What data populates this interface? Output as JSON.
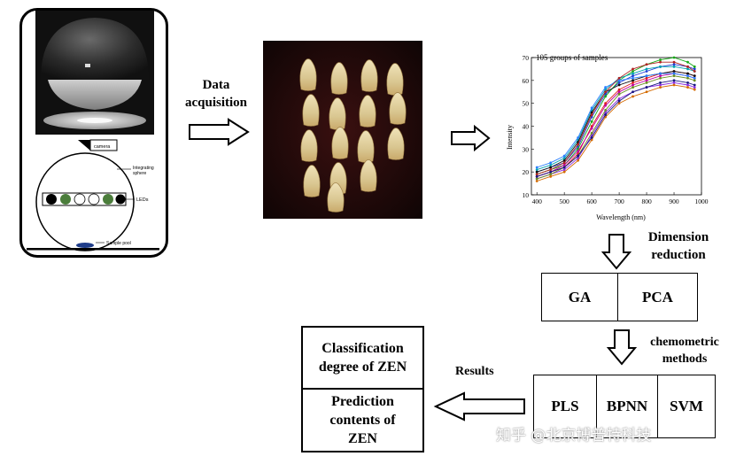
{
  "device": {
    "labels": {
      "camera": "camera",
      "integrating_sphere_line1": "Integrating",
      "integrating_sphere_line2": "sphere",
      "leds": "LEDs",
      "sample_pool": "Sample pool"
    }
  },
  "flow": {
    "data_acquisition_line1": "Data",
    "data_acquisition_line2": "acquisition",
    "dimension_reduction_line1": "Dimension",
    "dimension_reduction_line2": "reduction",
    "chemometric_line1": "chemometric",
    "chemometric_line2": "methods",
    "results": "Results"
  },
  "reduction_methods": [
    "GA",
    "PCA"
  ],
  "models": [
    "PLS",
    "BPNN",
    "SVM"
  ],
  "outputs": {
    "classification_line1": "Classification",
    "classification_line2": "degree of ZEN",
    "prediction_line1": "Prediction",
    "prediction_line2": "contents of",
    "prediction_line3": "ZEN"
  },
  "watermark": "知乎 @北京博普特科技",
  "chart_data": {
    "type": "line",
    "title": "105 groups of samples",
    "xlabel": "Wavelength (nm)",
    "ylabel": "Intensity",
    "xlim": [
      380,
      1000
    ],
    "ylim": [
      10,
      70
    ],
    "xticks": [
      400,
      500,
      600,
      700,
      800,
      900,
      1000
    ],
    "yticks": [
      10,
      20,
      30,
      40,
      50,
      60,
      70
    ],
    "x": [
      400,
      450,
      500,
      550,
      600,
      650,
      700,
      750,
      800,
      850,
      900,
      950,
      975
    ],
    "series": [
      {
        "values": [
          20,
          22,
          24,
          31,
          44,
          54,
          59,
          62,
          64,
          66,
          67,
          66,
          65
        ]
      },
      {
        "values": [
          18,
          20,
          22,
          28,
          40,
          50,
          56,
          59,
          61,
          63,
          64,
          63,
          62
        ]
      },
      {
        "values": [
          19,
          21,
          23,
          30,
          42,
          53,
          60,
          64,
          67,
          69,
          70,
          68,
          66
        ]
      },
      {
        "values": [
          17,
          19,
          21,
          26,
          36,
          46,
          52,
          55,
          57,
          58,
          59,
          58,
          57
        ]
      },
      {
        "values": [
          21,
          23,
          26,
          34,
          47,
          56,
          61,
          63,
          65,
          66,
          66,
          65,
          64
        ]
      },
      {
        "values": [
          16,
          18,
          20,
          25,
          34,
          44,
          50,
          53,
          55,
          57,
          58,
          57,
          56
        ]
      },
      {
        "values": [
          20,
          22,
          25,
          33,
          46,
          55,
          58,
          60,
          62,
          63,
          64,
          63,
          62
        ]
      },
      {
        "values": [
          18,
          20,
          23,
          29,
          39,
          49,
          55,
          58,
          60,
          62,
          63,
          62,
          61
        ]
      },
      {
        "values": [
          22,
          24,
          27,
          35,
          48,
          57,
          60,
          61,
          62,
          63,
          63,
          62,
          61
        ]
      },
      {
        "values": [
          17,
          19,
          22,
          27,
          37,
          47,
          54,
          57,
          59,
          61,
          62,
          61,
          60
        ]
      },
      {
        "values": [
          19,
          21,
          24,
          32,
          45,
          55,
          61,
          65,
          67,
          68,
          68,
          66,
          64
        ]
      },
      {
        "values": [
          18,
          20,
          22,
          27,
          35,
          45,
          51,
          55,
          57,
          59,
          60,
          59,
          58
        ]
      }
    ]
  }
}
